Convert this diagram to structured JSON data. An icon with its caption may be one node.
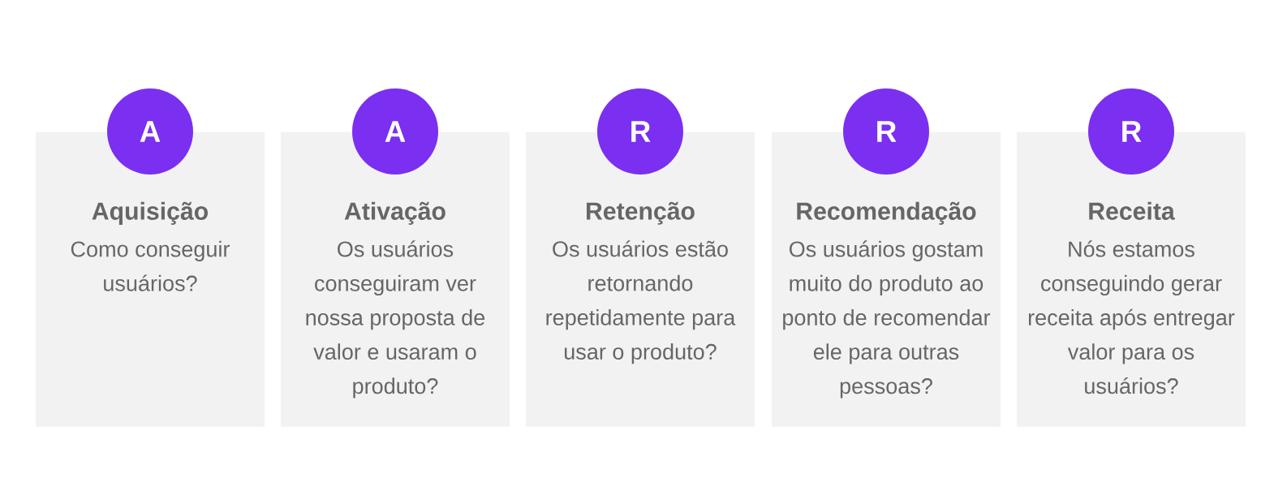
{
  "diagram": {
    "nodes": [
      {
        "text": [
          "A"
        ]
      },
      {
        "text": [
          "A"
        ]
      },
      {
        "text": [
          "R"
        ]
      },
      {
        "text": [
          "R"
        ]
      },
      {
        "text": [
          "R"
        ]
      },
      {
        "text": [
          "Aquisição",
          "Como conseguir usuários?"
        ]
      },
      {
        "text": [
          "Ativação",
          "Os usuários conseguiram ver nossa proposta de valor e usaram o produto?"
        ]
      },
      {
        "text": [
          "Retenção",
          "Os usuários estão retornando repetidamente para usar o produto?"
        ]
      },
      {
        "text": [
          "Recomendação",
          "Os usuários gostam muito do produto ao ponto de recomendar ele para outras pessoas?"
        ]
      },
      {
        "text": [
          "Receita",
          "Nós estamos conseguindo gerar receita após entregar valor para os usuários?"
        ]
      }
    ],
    "edges": []
  }
}
